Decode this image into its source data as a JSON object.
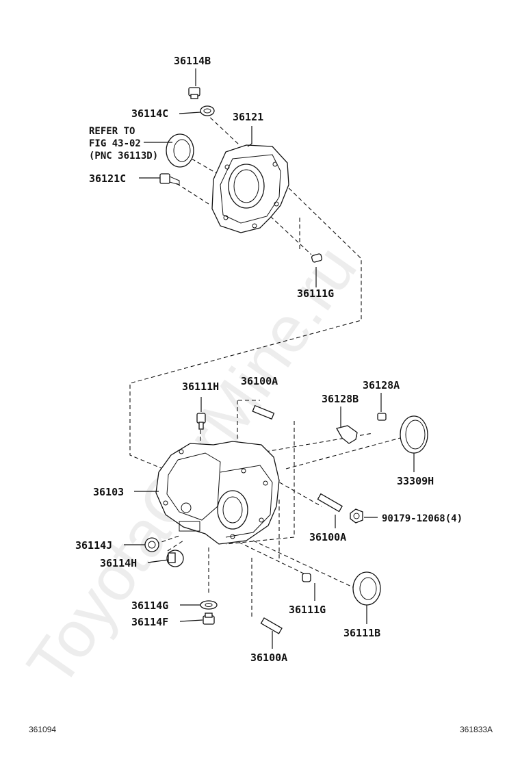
{
  "watermark": "ToyotaCarMine.ru",
  "labels": {
    "p36114B": "36114B",
    "p36114C": "36114C",
    "p36121": "36121",
    "refer1": "REFER TO",
    "refer2": "FIG 43-02",
    "refer3": "(PNC 36113D)",
    "p36121C": "36121C",
    "p36111G_top": "36111G",
    "p36111H": "36111H",
    "p36100A_top": "36100A",
    "p36128A": "36128A",
    "p36128B": "36128B",
    "p33309H": "33309H",
    "p36103": "36103",
    "p90179": "90179-12068(4)",
    "p36100A_mid": "36100A",
    "p36114J": "36114J",
    "p36114H": "36114H",
    "p36114G": "36114G",
    "p36114F": "36114F",
    "p36111G_bot": "36111G",
    "p36111B": "36111B",
    "p36100A_bot": "36100A"
  },
  "footer": {
    "left": "361094",
    "right": "361833A"
  }
}
